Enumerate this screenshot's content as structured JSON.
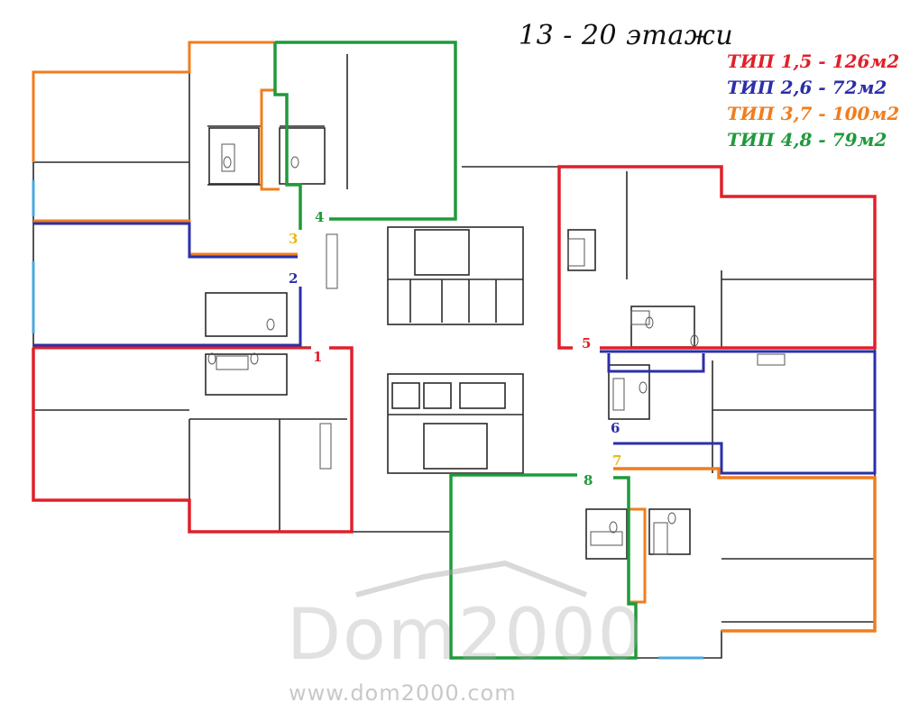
{
  "title": "13 - 20 этажи",
  "legend": [
    {
      "label": "ТИП 1,5 - 126м2",
      "color": "#e0202a"
    },
    {
      "label": "ТИП 2,6 - 72м2",
      "color": "#2b2fa8"
    },
    {
      "label": "ТИП 3,7 - 100м2",
      "color": "#f07d1e"
    },
    {
      "label": "ТИП 4,8 - 79м2",
      "color": "#1f9a3a"
    }
  ],
  "flat_numbers": [
    {
      "label": "1",
      "color": "#e0202a"
    },
    {
      "label": "2",
      "color": "#2b2fa8"
    },
    {
      "label": "3",
      "color": "#e8b818"
    },
    {
      "label": "4",
      "color": "#1f9a3a"
    },
    {
      "label": "5",
      "color": "#e0202a"
    },
    {
      "label": "6",
      "color": "#2b2fa8"
    },
    {
      "label": "7",
      "color": "#e8b818"
    },
    {
      "label": "8",
      "color": "#1f9a3a"
    }
  ],
  "watermark": {
    "logo": "Dom2000",
    "url": "www.dom2000.com"
  },
  "colors": {
    "wall": "#2a2a2a",
    "window": "#4aa8e0"
  }
}
